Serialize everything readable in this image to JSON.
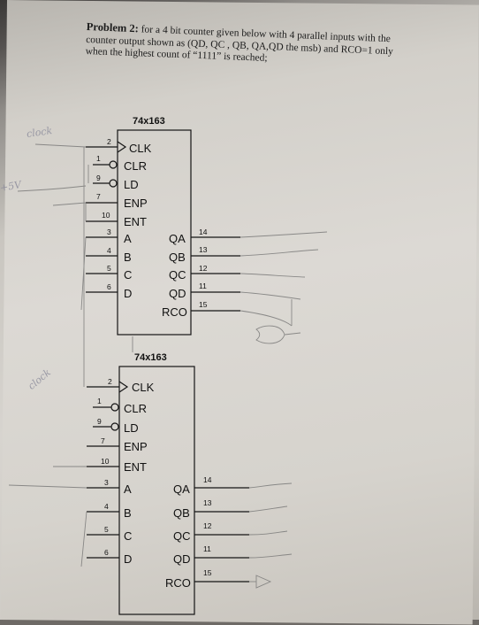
{
  "problem": {
    "label": "Problem 2:",
    "line1": "for a 4 bit counter given below with 4 parallel inputs with the",
    "line2": "counter output shown as (QD, QC , QB, QA,QD  the msb) and RCO=1 only",
    "line3": "when the highest count of “1111” is reached;"
  },
  "chips": [
    {
      "title": "74x163",
      "inputs": [
        {
          "num": "2",
          "label": "CLK"
        },
        {
          "num": "1",
          "label": "CLR"
        },
        {
          "num": "9",
          "label": "LD"
        },
        {
          "num": "7",
          "label": "ENP"
        },
        {
          "num": "10",
          "label": "ENT"
        },
        {
          "num": "3",
          "label": "A"
        },
        {
          "num": "4",
          "label": "B"
        },
        {
          "num": "5",
          "label": "C"
        },
        {
          "num": "6",
          "label": "D"
        }
      ],
      "outputs": [
        {
          "num": "14",
          "label": "QA"
        },
        {
          "num": "13",
          "label": "QB"
        },
        {
          "num": "12",
          "label": "QC"
        },
        {
          "num": "11",
          "label": "QD"
        },
        {
          "num": "15",
          "label": "RCO"
        }
      ]
    },
    {
      "title": "74x163",
      "inputs": [
        {
          "num": "2",
          "label": "CLK"
        },
        {
          "num": "1",
          "label": "CLR"
        },
        {
          "num": "9",
          "label": "LD"
        },
        {
          "num": "7",
          "label": "ENP"
        },
        {
          "num": "10",
          "label": "ENT"
        },
        {
          "num": "3",
          "label": "A"
        },
        {
          "num": "4",
          "label": "B"
        },
        {
          "num": "5",
          "label": "C"
        },
        {
          "num": "6",
          "label": "D"
        }
      ],
      "outputs": [
        {
          "num": "14",
          "label": "QA"
        },
        {
          "num": "13",
          "label": "QB"
        },
        {
          "num": "12",
          "label": "QC"
        },
        {
          "num": "11",
          "label": "QD"
        },
        {
          "num": "15",
          "label": "RCO"
        }
      ]
    }
  ],
  "handwriting": {
    "clock1": "clock",
    "plus5v": "+5V",
    "clock2": "clock"
  }
}
